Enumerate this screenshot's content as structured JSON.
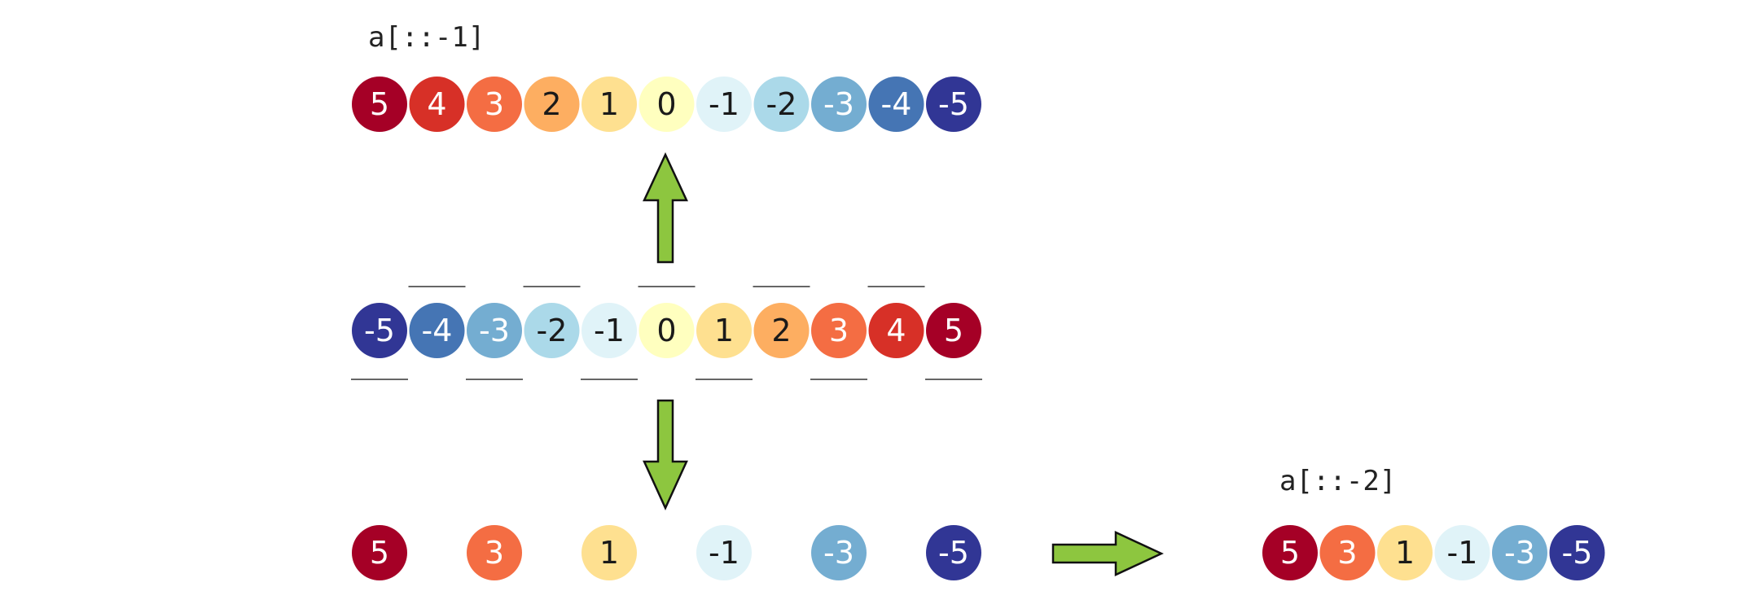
{
  "labels": {
    "reverse_expr": "a[::-1]",
    "step2_expr": "a[::-2]"
  },
  "palette": {
    "5": "#a50026",
    "4": "#d73027",
    "3": "#f46d43",
    "2": "#fdae61",
    "1": "#fee090",
    "0": "#ffffbf",
    "-1": "#e0f3f8",
    "-2": "#abd9e9",
    "-3": "#74add1",
    "-4": "#4575b4",
    "-5": "#313695"
  },
  "light_text_values": [
    "5",
    "4",
    "3",
    "-3",
    "-4",
    "-5"
  ],
  "arrow_color": "#8dc63f",
  "rows": {
    "reversed": [
      "5",
      "4",
      "3",
      "2",
      "1",
      "0",
      "-1",
      "-2",
      "-3",
      "-4",
      "-5"
    ],
    "original": [
      "-5",
      "-4",
      "-3",
      "-2",
      "-1",
      "0",
      "1",
      "2",
      "3",
      "4",
      "5"
    ],
    "picked_spread": [
      "5",
      "3",
      "1",
      "-1",
      "-3",
      "-5"
    ],
    "result": [
      "5",
      "3",
      "1",
      "-1",
      "-3",
      "-5"
    ]
  }
}
